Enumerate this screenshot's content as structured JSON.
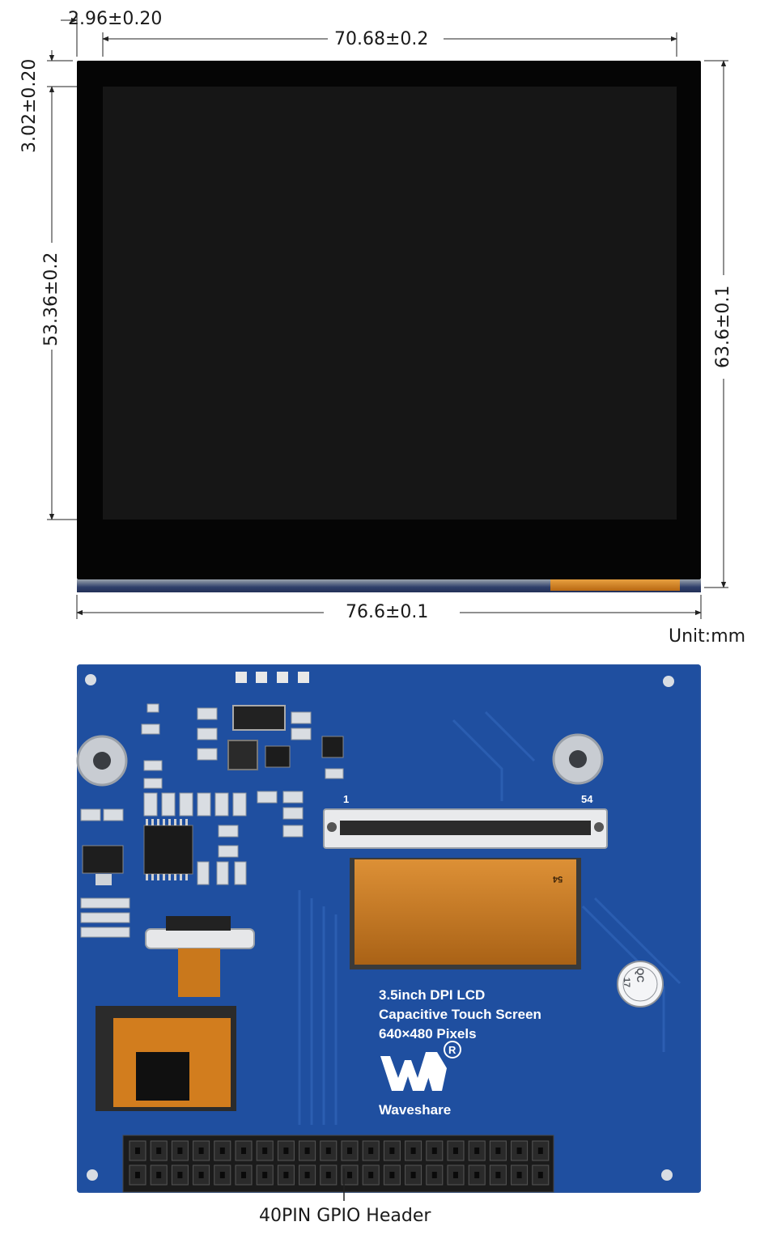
{
  "dimensions": {
    "left_offset": "2.96±0.20",
    "active_width": "70.68±0.2",
    "top_offset": "3.02±0.20",
    "active_height": "53.36±0.2",
    "outline_height": "63.6±0.1",
    "outline_width": "76.6±0.1"
  },
  "unit": "Unit:mm",
  "fpc_pin_first": "1",
  "fpc_pin_last": "54",
  "fpc_pin_mark": "54",
  "silkscreen": {
    "line1": "3.5inch DPI LCD",
    "line2": "Capacitive Touch Screen",
    "line3": "640×480 Pixels",
    "brand": "Waveshare",
    "qc": "QC",
    "qc_num": "17"
  },
  "gpio_label": "40PIN GPIO Header",
  "colors": {
    "pcb": "#1f4fa0",
    "lcd": "#050505",
    "fpc": "#c9781c"
  }
}
